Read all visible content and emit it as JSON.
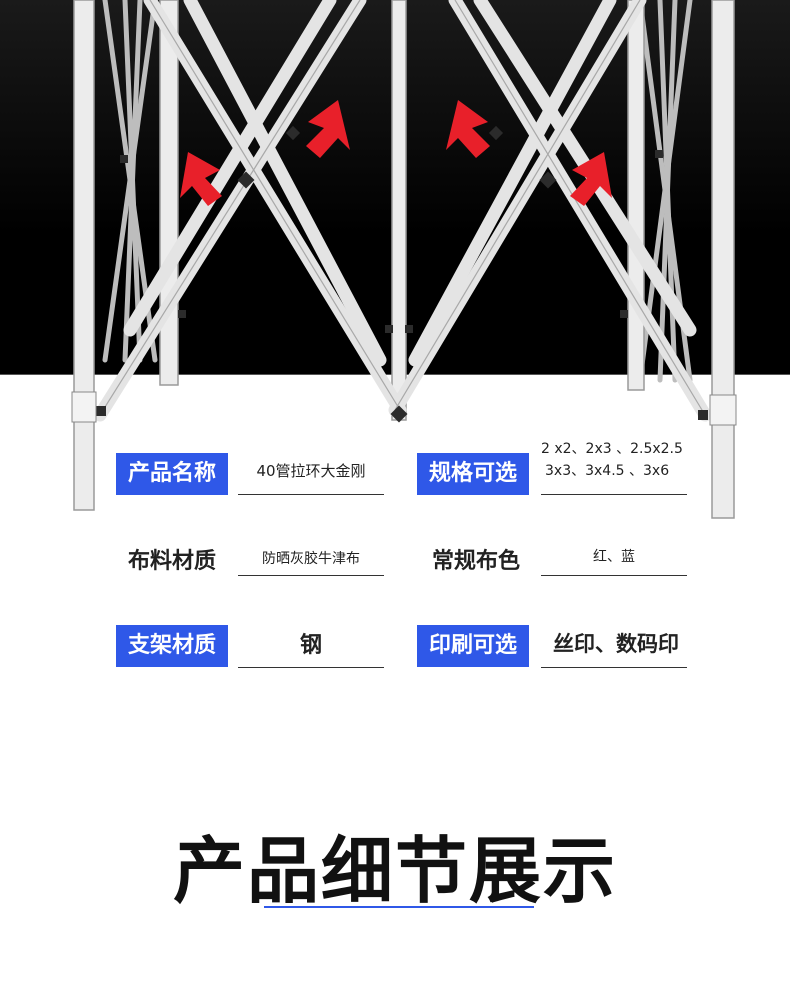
{
  "specs": [
    {
      "label": "产品名称",
      "value": "40管拉环大金刚",
      "style": "filled"
    },
    {
      "label": "规格可选",
      "value_lines": [
        "2 x2、2x3 、2.5x2.5",
        "3x3、3x4.5 、3x6"
      ],
      "style": "filled"
    },
    {
      "label": "布料材质",
      "value": "防晒灰胶牛津布",
      "style": "plain"
    },
    {
      "label": "常规布色",
      "value": "红、蓝",
      "style": "plain"
    },
    {
      "label": "支架材质",
      "value": "钢",
      "style": "filled"
    },
    {
      "label": "印刷可选",
      "value": "丝印、数码印",
      "style": "filled"
    }
  ],
  "section": {
    "title": "产品细节展示"
  },
  "colors": {
    "accent": "#2f58e8",
    "arrow": "#e8202a",
    "frame": "#e6e6e6",
    "backdrop": "#000000"
  }
}
